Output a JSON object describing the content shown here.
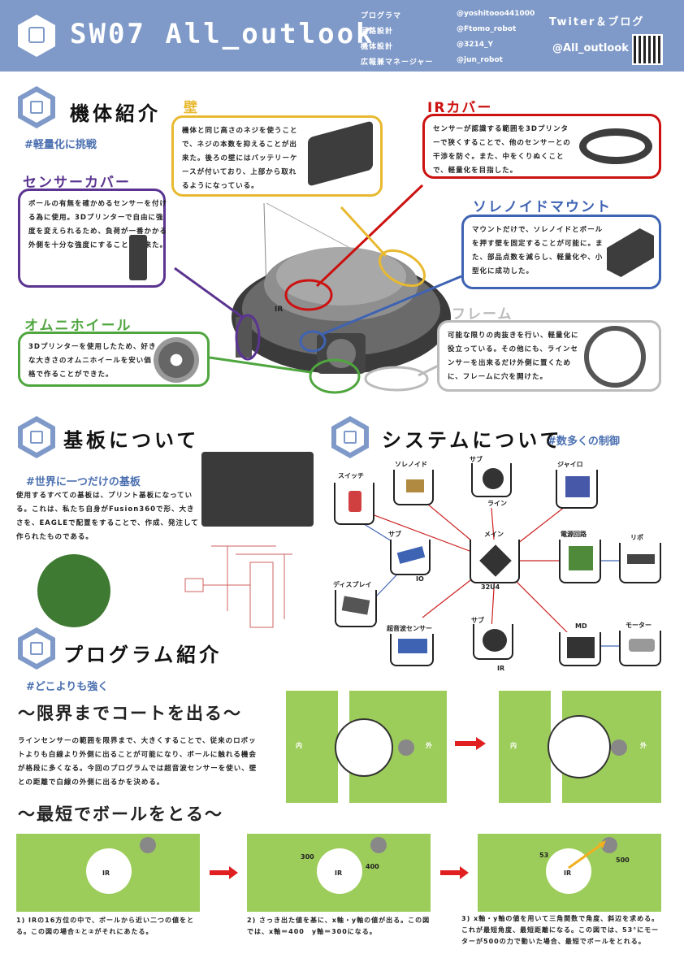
{
  "header": {
    "title": "SW07  All_outlook",
    "roles": [
      "プログラマ",
      "回路設計",
      "機体設計",
      "広報兼マネージャー"
    ],
    "handles": [
      "@yoshitooo441000",
      "@Ftomo_robot",
      "@3214_Y",
      "@jun_robot"
    ],
    "twitter_label": "Twiter＆ブログ",
    "twitter_handle": "@All_outlook"
  },
  "body_section": {
    "title": "機体紹介",
    "hashtag": "#軽量化に挑戦",
    "wall": {
      "title": "壁",
      "text": "機体と同じ高さのネジを使うことで、ネジの本数を抑えることが出来た。後ろの壁にはバッテリーケースが付いており、上部から取れるようになっている。"
    },
    "ir_cover": {
      "title": "IRカバー",
      "text": "センサーが認識する範囲を3Dプリンターで狭くすることで、他のセンサーとの干渉を防ぐ。また、中をくりぬくことで、軽量化を目指した。"
    },
    "sensor_cover": {
      "title": "センサーカバー",
      "text": "ボールの有無を確かめるセンサーを付ける為に使用。3Dプリンターで自由に強度を変えられるため、負荷が一番かかる外側を十分な強度にすることが出来た。"
    },
    "solenoid_mount": {
      "title": "ソレノイドマウント",
      "text": "マウントだけで、ソレノイドとボールを押す壁を固定することが可能に。また、部品点数を減らし、軽量化や、小型化に成功した。"
    },
    "omni": {
      "title": "オムニホイール",
      "text": "3Dプリンターを使用したため、好きな大きさのオムニホイールを安い価格で作ることができた。"
    },
    "frame": {
      "title": "フレーム",
      "text": "可能な限りの肉抜きを行い、軽量化に役立っている。その他にも、ラインセンサーを出来るだけ外側に置くために、フレームに穴を開けた。"
    },
    "ir_label": "IR"
  },
  "board_section": {
    "title": "基板について",
    "hashtag": "#世界に一つだけの基板",
    "text": "使用するすべての基板は、プリント基板になっている。これは、私たち自身がFusion360で形、大きさを、EAGLEで配置をすることで、作成、発注して作られたものである。"
  },
  "system_section": {
    "title": "システムについて",
    "hashtag": "#数多くの制御",
    "nodes": {
      "switch": "スイッチ",
      "solenoid": "ソレノイド",
      "sub_line": "サブ",
      "line": "ライン",
      "gyro": "ジャイロ",
      "sub_io": "サブ",
      "io": "IO",
      "main": "メイン",
      "chip": "32U4",
      "power": "電源回路",
      "lipo": "リポ",
      "display": "ディスプレイ",
      "ultrasonic": "超音波センサー",
      "sub_ir": "サブ",
      "ir": "IR",
      "md": "MD",
      "motor": "モーター"
    }
  },
  "program_section": {
    "title": "プログラム紹介",
    "hashtag": "#どこよりも強く",
    "heading1": "〜限界までコートを出る〜",
    "text1": "ラインセンサーの範囲を限界まで、大きくすることで、従来のロボットよりも白線より外側に出ることが可能になり、ボールに触れる機会が格段に多くなる。今回のプログラムでは超音波センサーを使い、壁との距離で白線の外側に出るかを決める。",
    "inner_label": "内",
    "outer_label": "外",
    "heading2": "〜最短でボールをとる〜",
    "ir_label": "IR",
    "val300": "300",
    "val400": "400",
    "val53": "53",
    "val500": "500",
    "caption1": "1) IRの16方位の中で、ボールから近い二つの値をとる。この図の場合①と②がそれにあたる。",
    "caption2": "2) さっき出た値を基に、x軸・y軸の値が出る。この図では、x軸＝400　y軸＝300になる。",
    "caption3": "3) x軸・y軸の値を用いて三角関数で角度、斜辺を求める。これが最短角度、最短距離になる。この図では、53°にモーターが500の力で動いた場合、最短でボールをとれる。"
  }
}
